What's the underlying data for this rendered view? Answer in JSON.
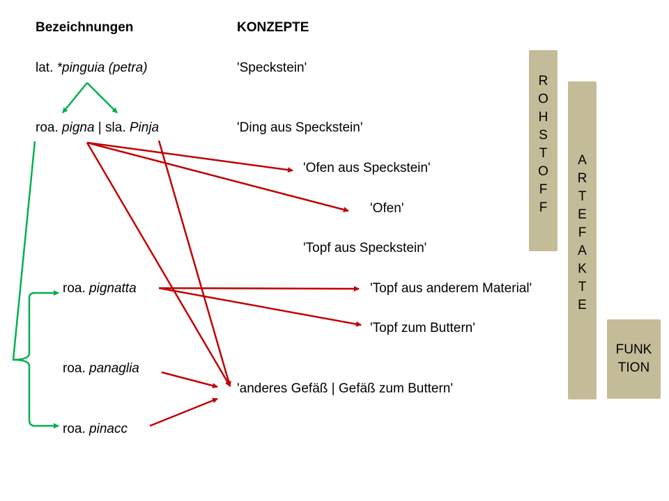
{
  "headers": {
    "left": "Bezeichnungen",
    "right": "KONZEPTE"
  },
  "terms": {
    "lat": {
      "prefix": "lat. ",
      "word": "*pinguia (petra)"
    },
    "pigna": {
      "prefix": "roa. ",
      "word": "pigna",
      "sep": " | sla. ",
      "word2": "Pinja"
    },
    "pignatta": {
      "prefix": "roa. ",
      "word": "pignatta"
    },
    "panaglia": {
      "prefix": "roa. ",
      "word": "panaglia"
    },
    "pinacc": {
      "prefix": "roa. ",
      "word": "pinacc"
    }
  },
  "concepts": {
    "speckstein": "'Speckstein'",
    "ding": "'Ding aus Speckstein'",
    "ofen_speck": "'Ofen aus Speckstein'",
    "ofen": "'Ofen'",
    "topf_speck": "'Topf aus Speckstein'",
    "topf_anderes": "'Topf aus anderem Material'",
    "topf_buttern": "'Topf zum Buttern'",
    "gefaess": "'anderes Gefäß | Gefäß zum Buttern'"
  },
  "categories": {
    "rohstoff": [
      "R",
      "O",
      "H",
      "S",
      "T",
      "O",
      "F",
      "F"
    ],
    "artefakte": [
      "A",
      "R",
      "T",
      "E",
      "F",
      "A",
      "K",
      "T",
      "E"
    ],
    "funktion": [
      "FUNK",
      "TION"
    ]
  },
  "colors": {
    "derivation": "#00b050",
    "meaning": "#c00000",
    "category_box": "#c4bc98"
  }
}
